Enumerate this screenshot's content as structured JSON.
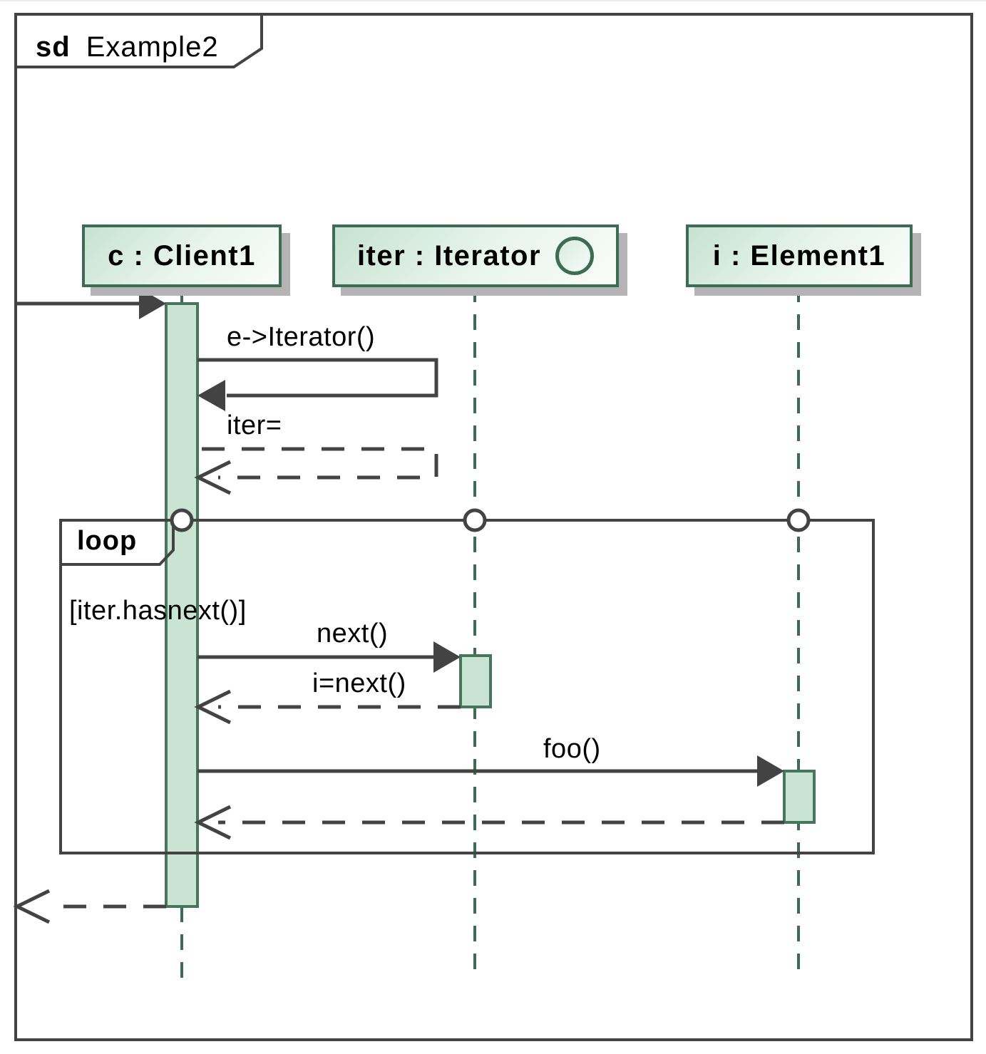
{
  "frame": {
    "keyword": "sd",
    "name": "Example2"
  },
  "lifelines": [
    {
      "label": "c : Client1"
    },
    {
      "label": "iter : Iterator",
      "icon": "interface-circle"
    },
    {
      "label": "i : Element1"
    }
  ],
  "fragment": {
    "operator": "loop",
    "guard": "[iter.hasnext()]"
  },
  "messages": {
    "self_call": "e->Iterator()",
    "self_return": "iter=",
    "next_call": "next()",
    "next_return": "i=next()",
    "foo_call": "foo()"
  },
  "colors": {
    "line_gray": "#434343",
    "accent_green": "#3d6b53",
    "activation_fill": "#c9e4d2",
    "header_fill_light": "#c6e2d1",
    "shadow_gray": "#b4b4b4"
  }
}
